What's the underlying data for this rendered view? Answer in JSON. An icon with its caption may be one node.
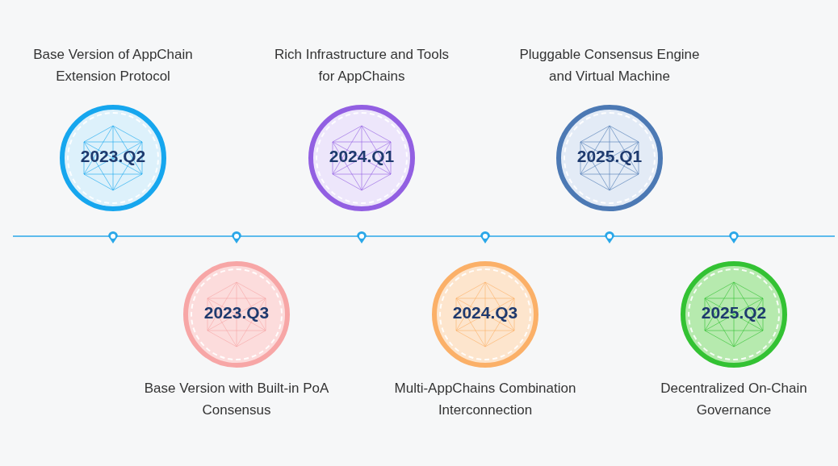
{
  "diagram": {
    "nodes": [
      {
        "text": [
          "2023.Q2"
        ],
        "beside": [
          "Base Version of AppChain Extension Protocol"
        ]
      },
      {
        "text": [
          "2023.Q3"
        ],
        "beside": [
          "Base Version with Built-in PoA Consensus"
        ]
      },
      {
        "text": [
          "2024.Q1"
        ],
        "beside": [
          "Rich Infrastructure and Tools for AppChains"
        ]
      },
      {
        "text": [
          "2024.Q3"
        ],
        "beside": [
          "Multi-AppChains Combination Interconnection"
        ]
      },
      {
        "text": [
          "2025.Q1"
        ],
        "beside": [
          "Pluggable Consensus Engine and Virtual Machine"
        ]
      },
      {
        "text": [
          "2025.Q2"
        ],
        "beside": [
          "Decentralized On-Chain Governance"
        ]
      }
    ],
    "edges": []
  }
}
